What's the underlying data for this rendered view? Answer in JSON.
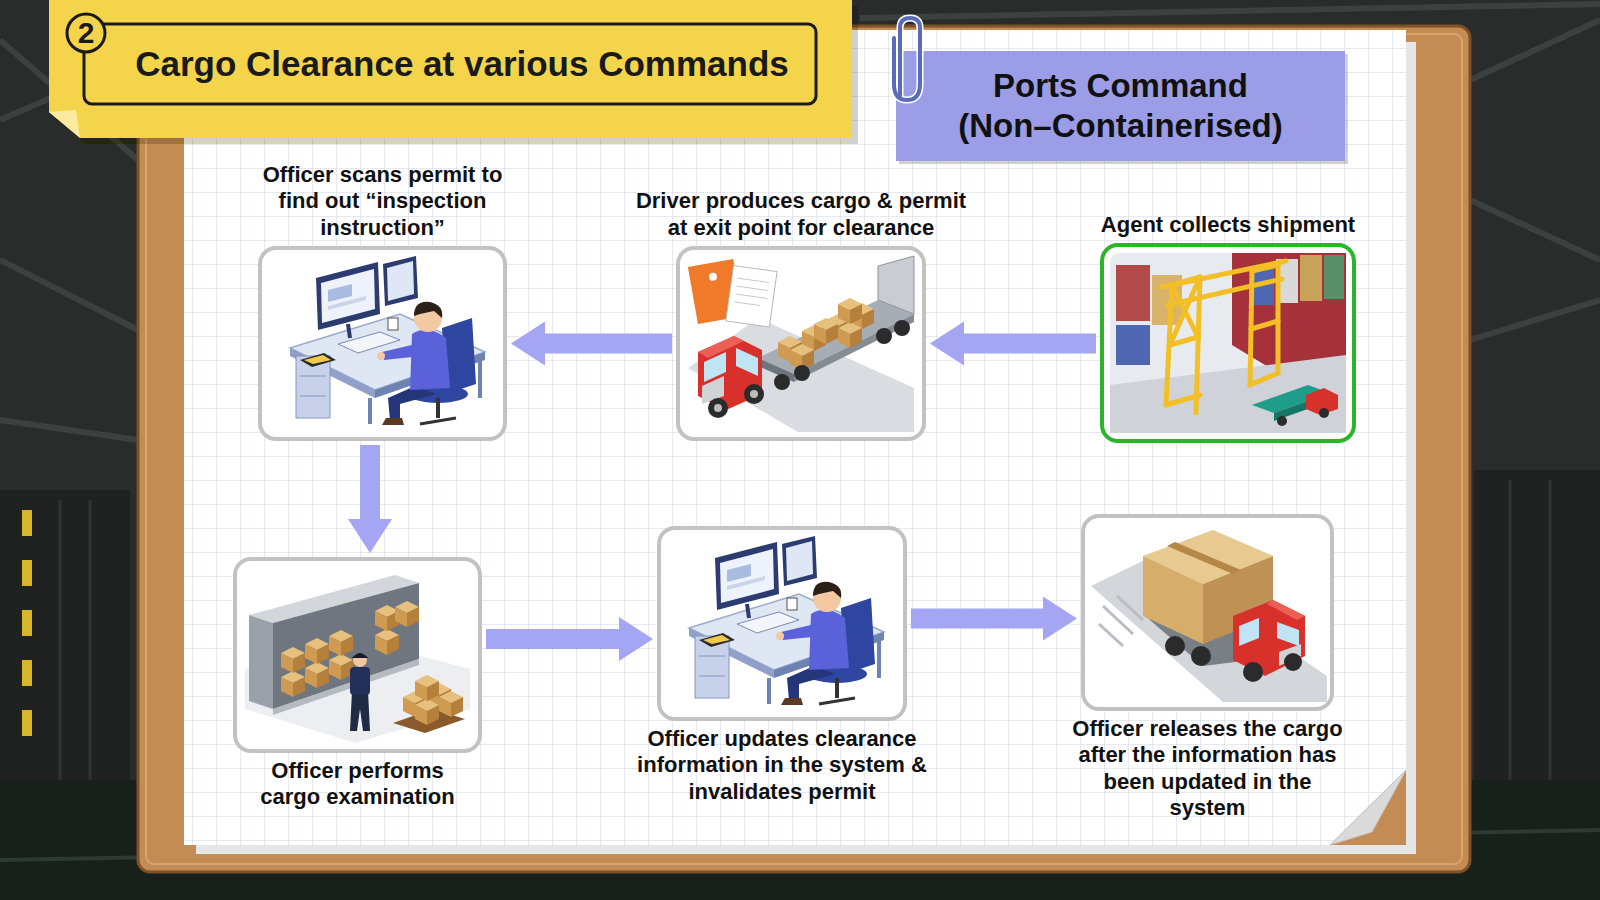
{
  "diagram": {
    "title": "Cargo Clearance at various Commands",
    "nodes": [
      {
        "text": [
          "Ports Command (Non–Containerised)"
        ]
      },
      {
        "text": [
          "Officer scans permit to find out “inspection instruction”"
        ]
      },
      {
        "text": [
          "Driver produces cargo & permit at exit point for clearance"
        ]
      },
      {
        "text": [
          "Agent collects shipment"
        ]
      },
      {
        "text": [
          "Officer performs cargo examination"
        ]
      },
      {
        "text": [
          "Officer updates clearance information in the system & invalidates permit"
        ]
      },
      {
        "text": [
          "Officer releases the cargo after the information has been updated in the system"
        ]
      }
    ],
    "edges": [
      {
        "from": 3,
        "to": 2,
        "arrow": "to"
      },
      {
        "from": 2,
        "to": 1,
        "arrow": "to"
      },
      {
        "from": 1,
        "to": 4,
        "arrow": "to"
      },
      {
        "from": 4,
        "to": 5,
        "arrow": "to"
      },
      {
        "from": 5,
        "to": 6,
        "arrow": "to"
      }
    ],
    "labels": [
      "2"
    ]
  }
}
